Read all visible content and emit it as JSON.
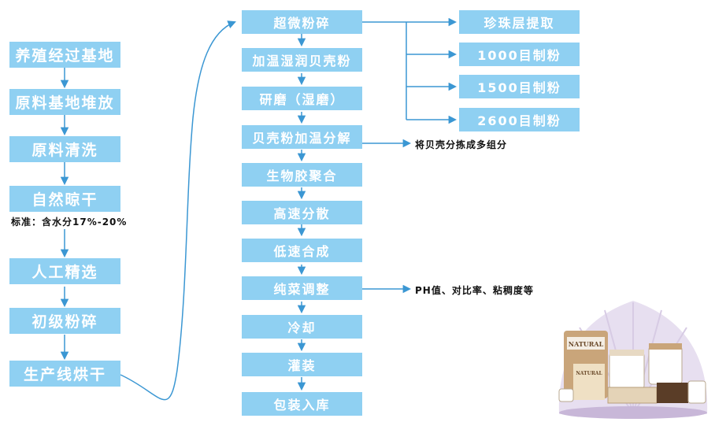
{
  "left_steps": [
    "养殖经过基地",
    "原料基地堆放",
    "原料清洗",
    "自然晾干",
    "人工精选",
    "初级粉碎",
    "生产线烘干"
  ],
  "left_note": "标准：含水分17%-20%",
  "middle_steps": [
    "超微粉碎",
    "加温湿润贝壳粉",
    "研磨（湿磨）",
    "贝壳粉加温分解",
    "生物胶聚合",
    "高速分散",
    "低速合成",
    "纯菜调整",
    "冷却",
    "灌装",
    "包装入库"
  ],
  "right_outputs": [
    "珍珠层提取",
    "1000目制粉",
    "1500目制粉",
    "2600目制粉"
  ],
  "notes": {
    "decompose": "将贝壳分拣成多组分",
    "adjust": "PH值、对比率、粘稠度等"
  },
  "colors": {
    "box": "#8fd0f2",
    "line": "#3b97d3"
  },
  "product_image": {
    "icon": "product-packaging-photo",
    "labels": [
      "NATURAL",
      "NATURAL"
    ]
  }
}
